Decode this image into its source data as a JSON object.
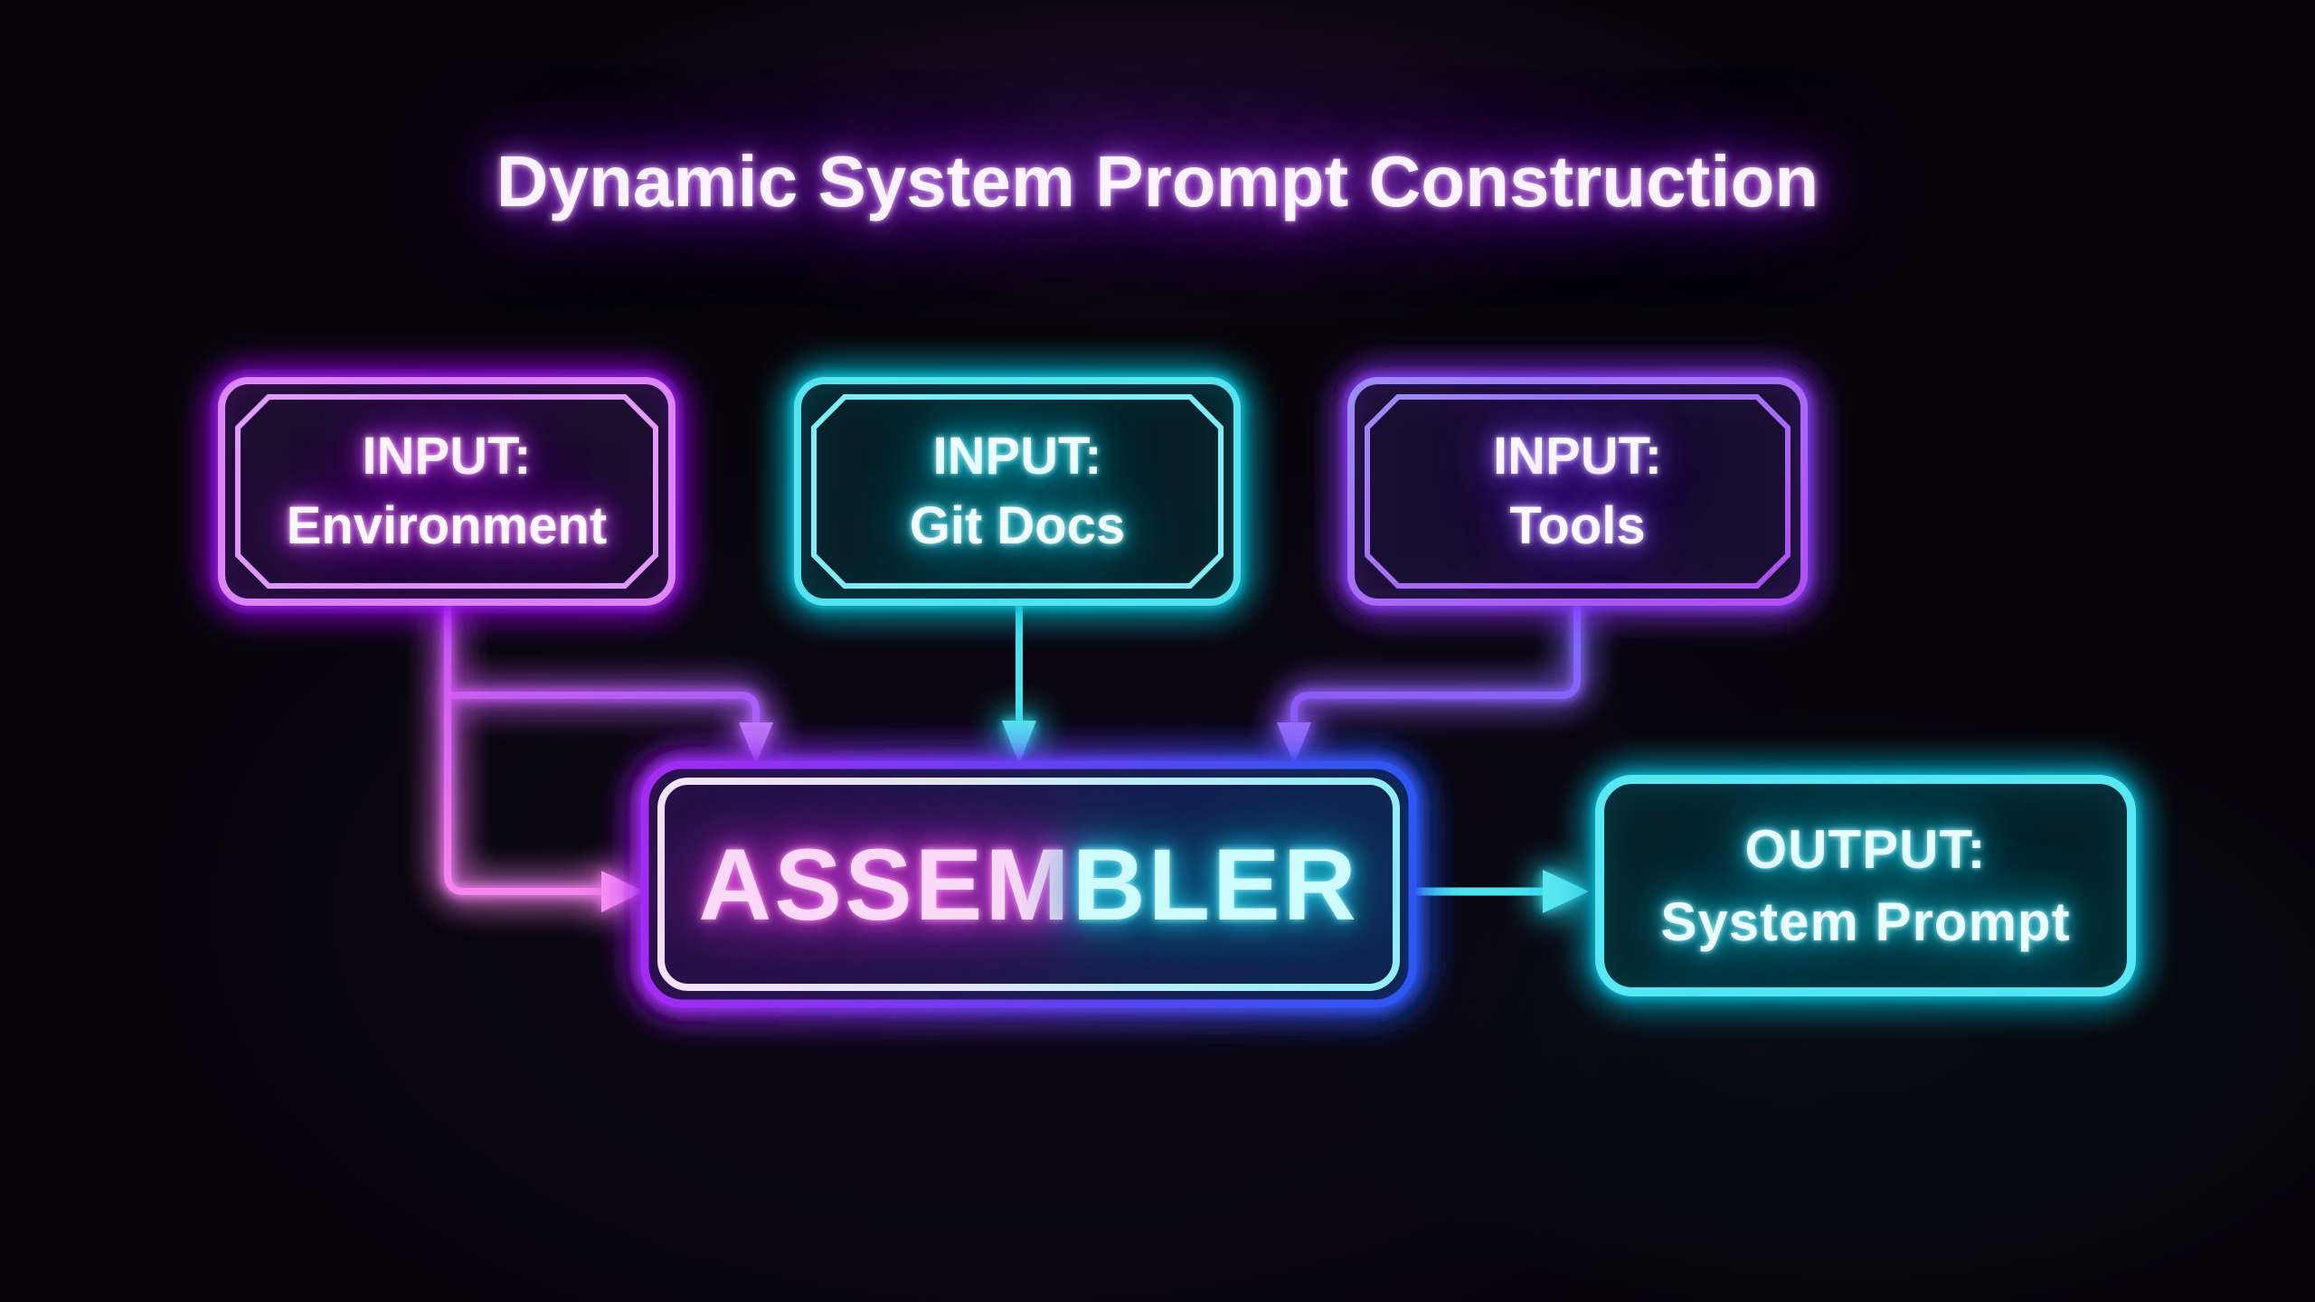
{
  "title": "Dynamic System Prompt Construction",
  "nodes": {
    "input_environment": {
      "line1": "INPUT:",
      "line2": "Environment"
    },
    "input_git_docs": {
      "line1": "INPUT:",
      "line2": "Git Docs"
    },
    "input_tools": {
      "line1": "INPUT:",
      "line2": "Tools"
    },
    "assembler": {
      "label": "ASSEMBLER",
      "label_left": "ASSEM",
      "label_right": "BLER"
    },
    "output": {
      "line1": "OUTPUT:",
      "line2": "System Prompt"
    }
  },
  "edges": [
    {
      "from": "input_environment",
      "to": "assembler",
      "entry": "top-left"
    },
    {
      "from": "input_environment",
      "to": "assembler",
      "entry": "left-side"
    },
    {
      "from": "input_git_docs",
      "to": "assembler",
      "entry": "top-center"
    },
    {
      "from": "input_tools",
      "to": "assembler",
      "entry": "top-right"
    },
    {
      "from": "assembler",
      "to": "output",
      "entry": "left-side"
    }
  ],
  "colors": {
    "background": "#060409",
    "neon_magenta": "#c44ff2",
    "neon_pink": "#f585ee",
    "neon_cyan": "#35d9e8",
    "neon_violet": "#7b64f8",
    "neon_blue": "#2e57f3",
    "title_glow": "#a33df0"
  }
}
